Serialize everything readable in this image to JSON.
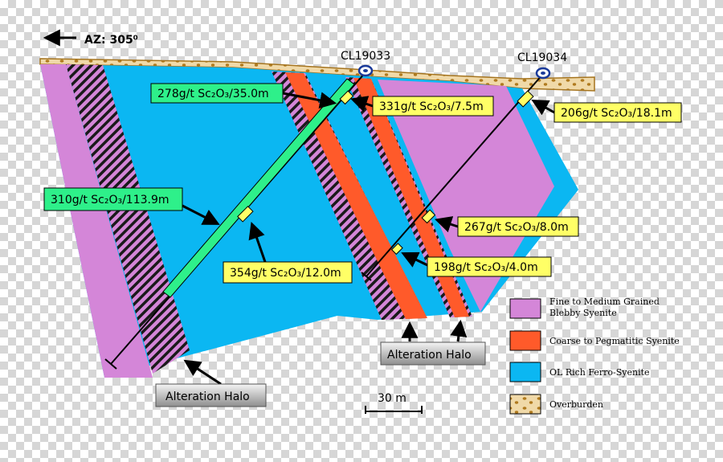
{
  "azimuth": {
    "label": "AZ: 305⁰"
  },
  "holes": {
    "h1": "CL19033",
    "h2": "CL19034"
  },
  "intercepts": {
    "i1": "278g/t Sc₂O₃/35.0m",
    "i2": "331g/t Sc₂O₃/7.5m",
    "i3": "206g/t Sc₂O₃/18.1m",
    "i4": "310g/t Sc₂O₃/113.9m",
    "i5": "267g/t Sc₂O₃/8.0m",
    "i6": "354g/t Sc₂O₃/12.0m",
    "i7": "198g/t Sc₂O₃/4.0m"
  },
  "halo": {
    "label": "Alteration Halo"
  },
  "scale": {
    "label": "30 m"
  },
  "legend": {
    "items": [
      {
        "label_line1": "Fine to Medium Grained",
        "label_line2": "Blebby Syenite",
        "color": "#d486d8"
      },
      {
        "label_line1": "Coarse to Pegmatitic Syenite",
        "label_line2": "",
        "color": "#ff5a2a"
      },
      {
        "label_line1": "OL Rich Ferro-Syenite",
        "label_line2": "",
        "color": "#0bb7f2"
      },
      {
        "label_line1": "Overburden",
        "label_line2": "",
        "color": "#f0d9a8"
      }
    ]
  },
  "colors": {
    "purple": "#d486d8",
    "blue": "#0bb7f2",
    "orange": "#ff5a2a",
    "green": "#2ef08a",
    "yellow": "#ffff66",
    "overburden": "#f0d9a8"
  }
}
